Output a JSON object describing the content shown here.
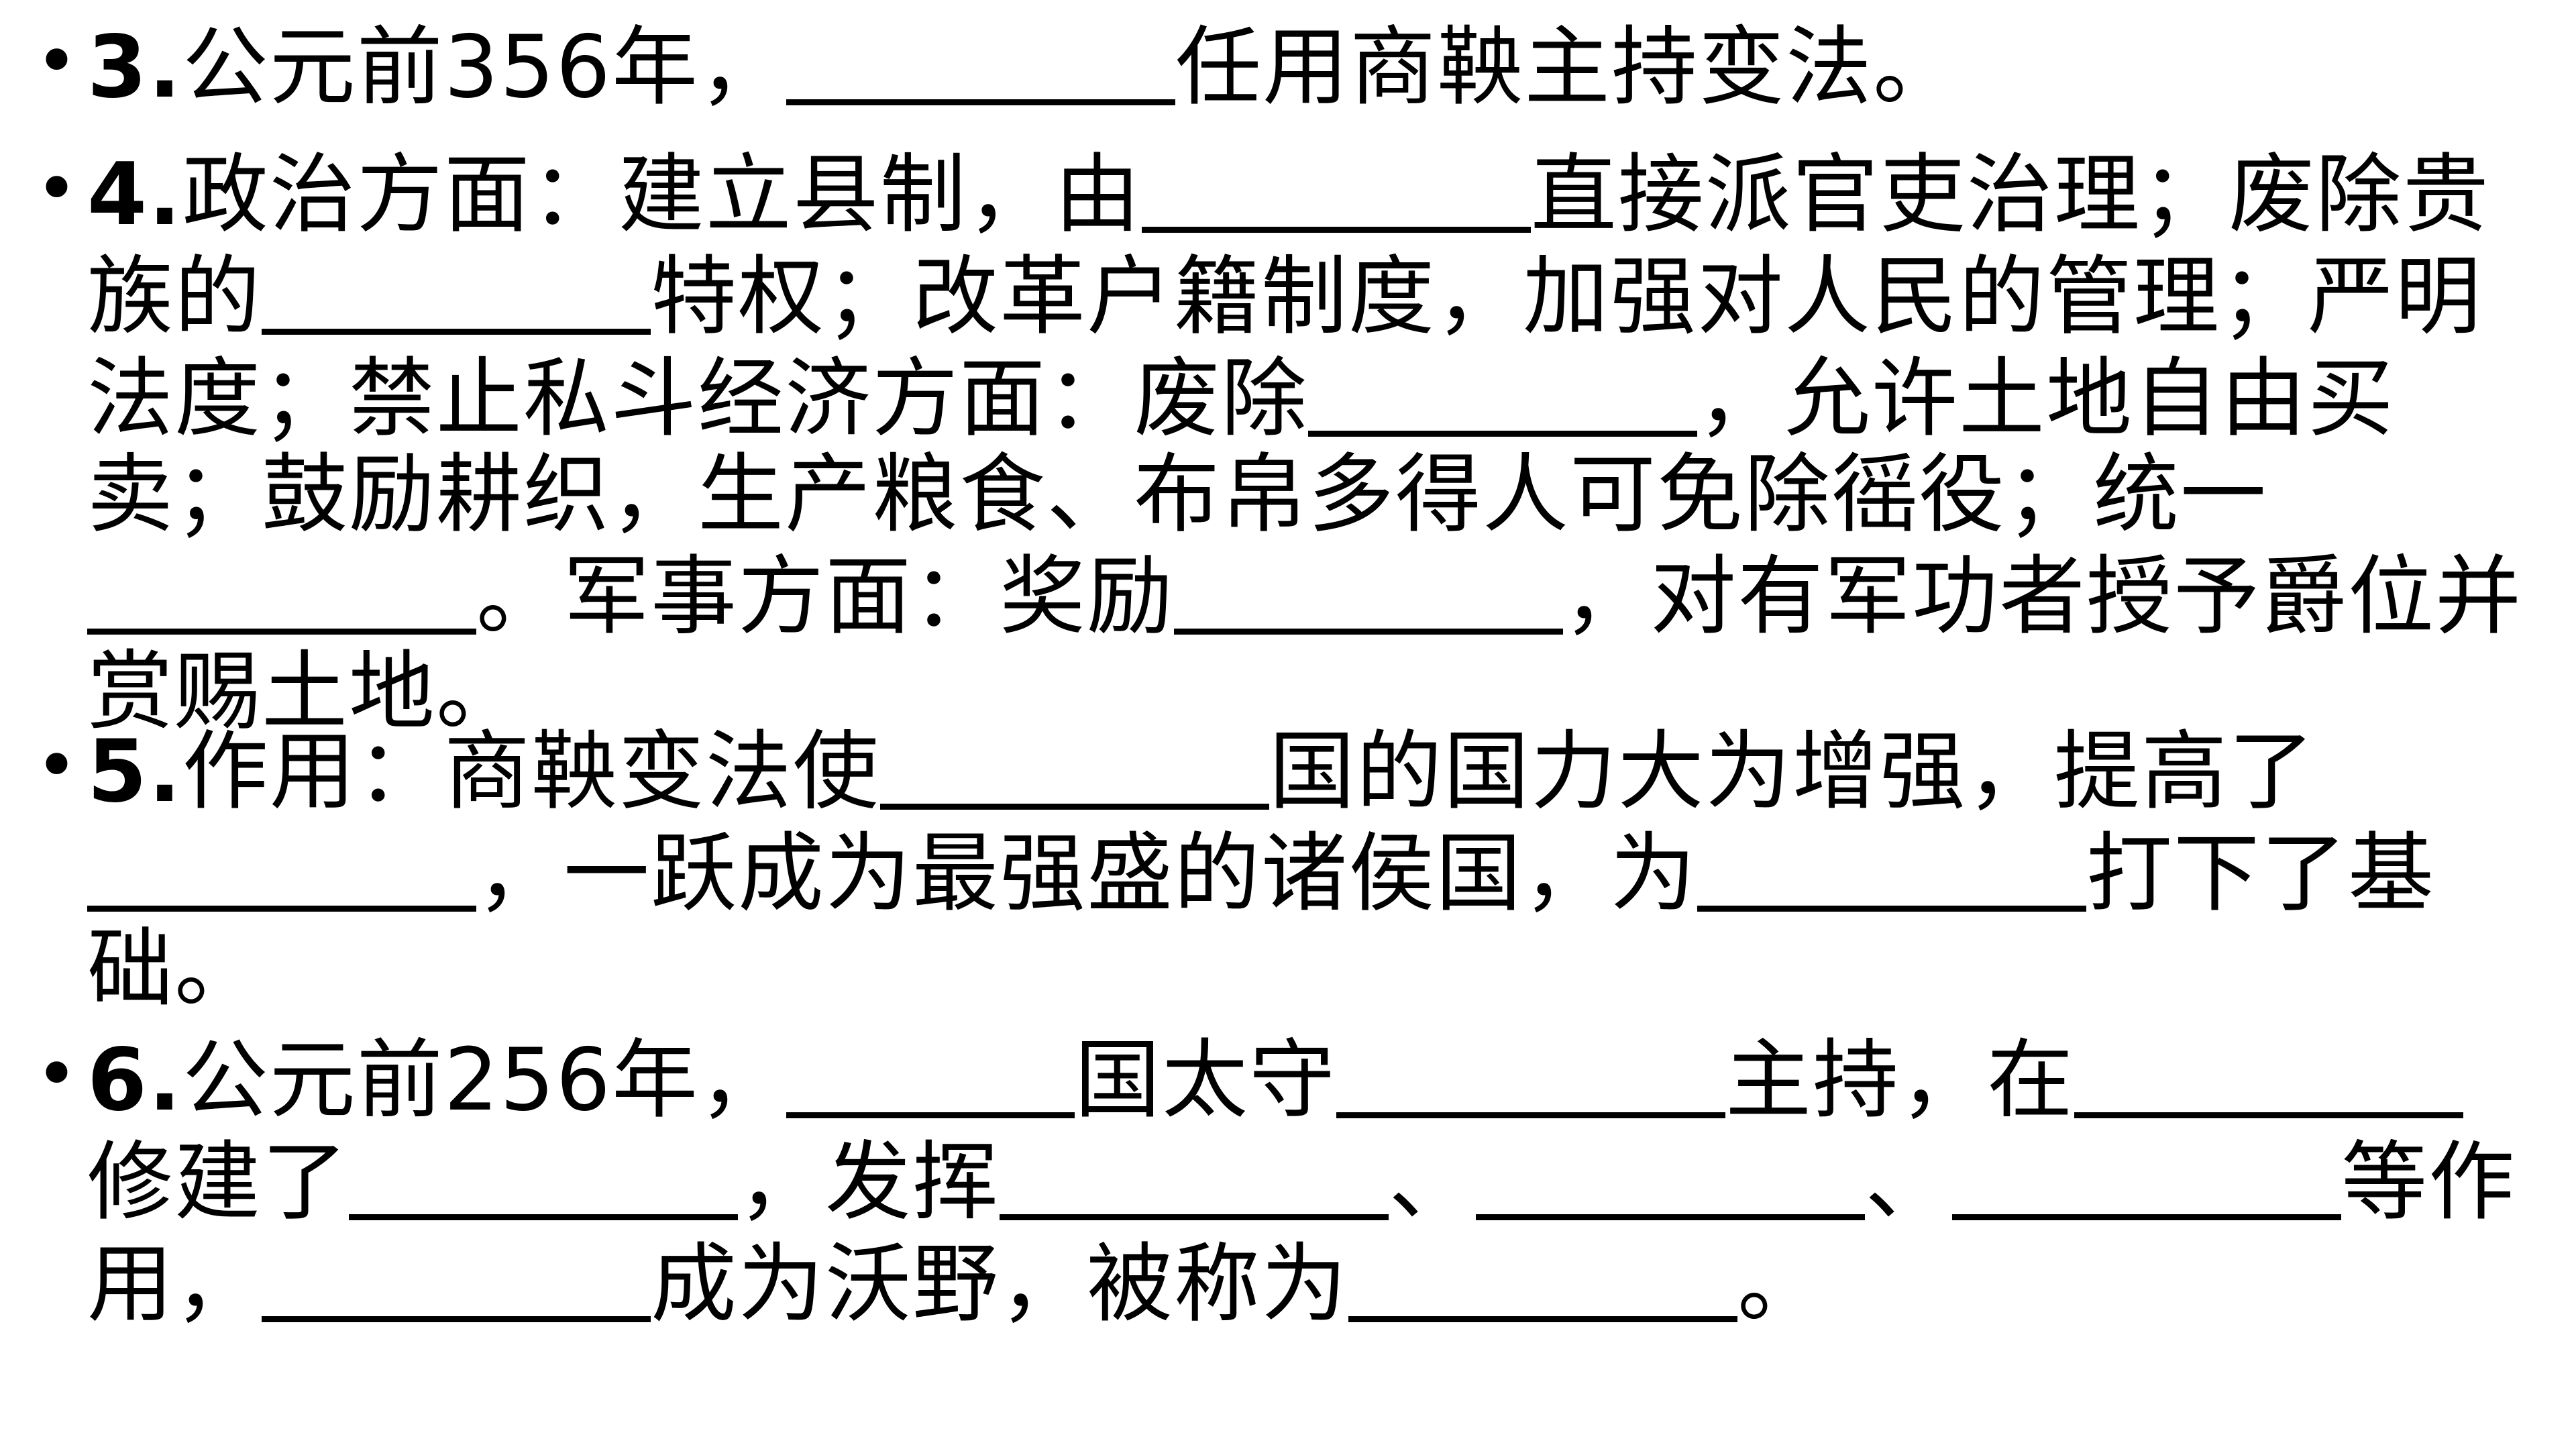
{
  "items": [
    {
      "num": "3.",
      "segments": [
        "公元前356年，",
        "任用商鞅主持变法。"
      ]
    },
    {
      "num": "4.",
      "segments": [
        "政治方面：建立县制，由",
        "直接派官吏治理；废除贵族的",
        "特权；改革户籍制度，加强对人民的管理；严明法度；禁止私斗经济方面：废除",
        "，允许土地自由买卖；鼓励耕织，生产粮食、布帛多得人可免除徭役；统一",
        "。军事方面：奖励",
        "，对有军功者授予爵位并赏赐土地。"
      ]
    },
    {
      "num": "5.",
      "segments": [
        "作用：商鞅变法使",
        "国的国力大为增强，提高了",
        "，一跃成为最强盛的诸侯国，为",
        "打下了基础。"
      ]
    },
    {
      "num": "6.",
      "segments": [
        "公元前256年，",
        "国太守",
        "主持，在",
        "修建了",
        "，发挥",
        "、",
        "、",
        "等作用，",
        "成为沃野，被称为",
        "。"
      ]
    }
  ]
}
